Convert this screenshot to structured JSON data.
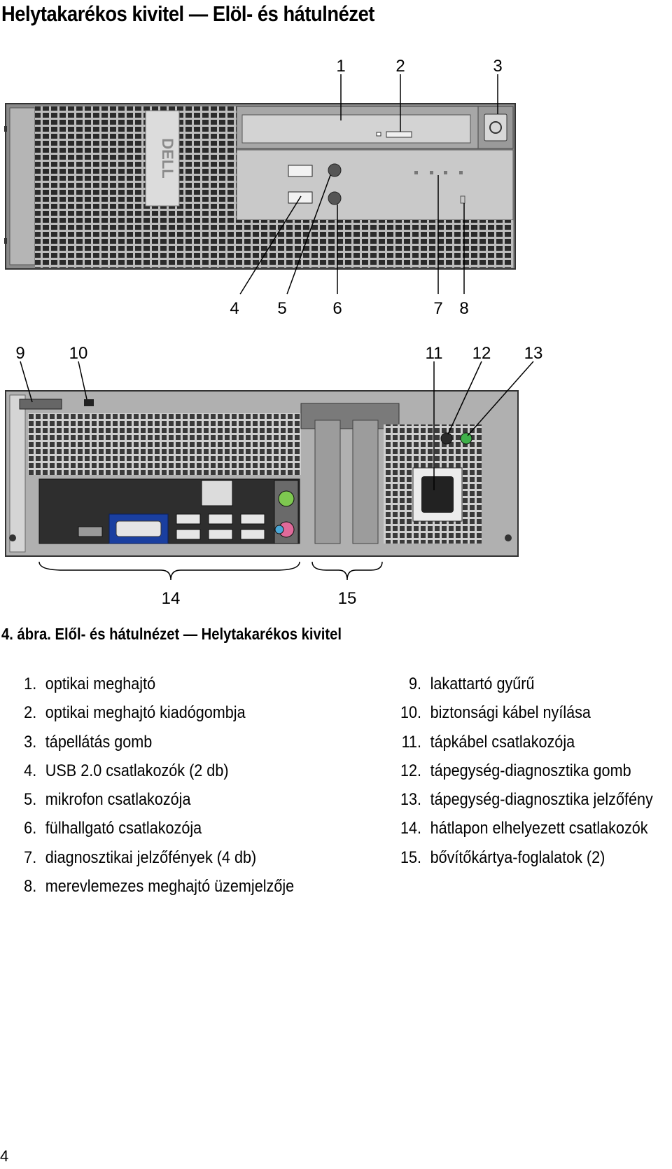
{
  "title": "Helytakarékos kivitel — Elöl- és hátulnézet",
  "front_callouts": [
    "1",
    "2",
    "3",
    "4",
    "5",
    "6",
    "7",
    "8"
  ],
  "back_callouts": [
    "9",
    "10",
    "11",
    "12",
    "13",
    "14",
    "15"
  ],
  "caption": "4. ábra. Elől- és hátulnézet — Helytakarékos kivitel",
  "logo_text": "DELL",
  "legend_left": [
    {
      "num": "1.",
      "label": "optikai meghajtó"
    },
    {
      "num": "2.",
      "label": "optikai meghajtó kiadógombja"
    },
    {
      "num": "3.",
      "label": "tápellátás gomb"
    },
    {
      "num": "4.",
      "label": "USB 2.0 csatlakozók (2 db)"
    },
    {
      "num": "5.",
      "label": "mikrofon csatlakozója"
    },
    {
      "num": "6.",
      "label": "fülhallgató csatlakozója"
    },
    {
      "num": "7.",
      "label": "diagnosztikai jelzőfények (4 db)"
    },
    {
      "num": "8.",
      "label": "merevlemezes meghajtó üzemjelzője"
    }
  ],
  "legend_right": [
    {
      "num": "9.",
      "label": "lakattartó gyűrű"
    },
    {
      "num": "10.",
      "label": "biztonsági kábel nyílása"
    },
    {
      "num": "11.",
      "label": "tápkábel csatlakozója"
    },
    {
      "num": "12.",
      "label": "tápegység-diagnosztika gomb"
    },
    {
      "num": "13.",
      "label": "tápegység-diagnosztika jelzőfény"
    },
    {
      "num": "14.",
      "label": "hátlapon elhelyezett csatlakozók"
    },
    {
      "num": "15.",
      "label": "bővítőkártya-foglalatok (2)"
    }
  ],
  "page_number": "4",
  "colors": {
    "chassis": "#9a9a9a",
    "dark": "#3a3a3a",
    "vga": "#1a3fa0",
    "audio_green": "#7ec850",
    "audio_pink": "#e06a9a",
    "audio_blue": "#4aa8d8"
  }
}
